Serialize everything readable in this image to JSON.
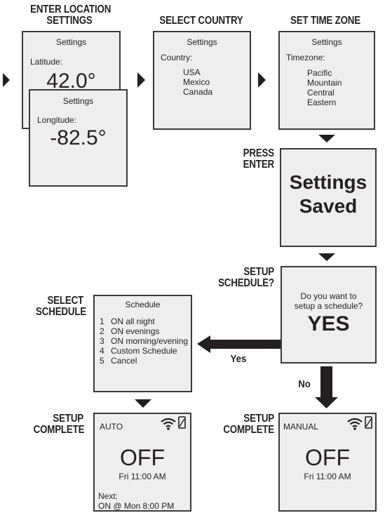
{
  "headings": {
    "enter_location_line1": "ENTER LOCATION",
    "enter_location_line2": "SETTINGS",
    "select_country": "SELECT COUNTRY",
    "set_time_zone": "SET TIME ZONE",
    "press_enter_line1": "PRESS",
    "press_enter_line2": "ENTER",
    "setup_schedule_line1": "SETUP",
    "setup_schedule_line2": "SCHEDULE?",
    "select_schedule_line1": "SELECT",
    "select_schedule_line2": "SCHEDULE",
    "setup_complete_left_line1": "SETUP",
    "setup_complete_left_line2": "COMPLETE",
    "setup_complete_right_line1": "SETUP",
    "setup_complete_right_line2": "COMPLETE"
  },
  "latitude_screen": {
    "title": "Settings",
    "label": "Latitude:",
    "value": "42.0°"
  },
  "longitude_screen": {
    "title": "Settings",
    "label": "Longitude:",
    "value": "-82.5°"
  },
  "country_screen": {
    "title": "Settings",
    "label": "Country:",
    "options": [
      "USA",
      "Mexico",
      "Canada"
    ]
  },
  "timezone_screen": {
    "title": "Settings",
    "label": "Timezone:",
    "options": [
      "Pacific",
      "Mountain",
      "Central",
      "Eastern"
    ]
  },
  "saved_screen": {
    "line1": "Settings",
    "line2": "Saved"
  },
  "schedule_question_screen": {
    "line1": "Do you want to",
    "line2": "setup a schedule?",
    "answer": "YES"
  },
  "schedule_screen": {
    "title": "Schedule",
    "items": [
      {
        "num": "1",
        "label": "ON all night"
      },
      {
        "num": "2",
        "label": "ON evenings"
      },
      {
        "num": "3",
        "label": "ON morning/evening"
      },
      {
        "num": "4",
        "label": "Custom Schedule"
      },
      {
        "num": "5",
        "label": "Cancel"
      }
    ]
  },
  "auto_screen": {
    "mode": "AUTO",
    "state": "OFF",
    "time": "Fri  11:00 AM",
    "next_label": "Next:",
    "next_value": "ON @ Mon 8:00 PM"
  },
  "manual_screen": {
    "mode": "MANUAL",
    "state": "OFF",
    "time": "Fri  11:00 AM"
  },
  "flow_labels": {
    "yes": "Yes",
    "no": "No"
  },
  "colors": {
    "screen_bg": "#eeeeee",
    "border": "#3a3a3a",
    "arrow": "#231f20"
  }
}
